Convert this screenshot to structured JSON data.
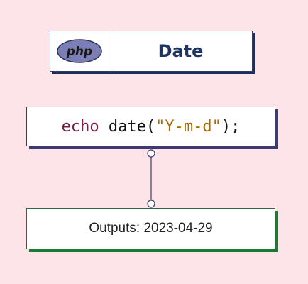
{
  "header": {
    "logo_text": "php",
    "title": "Date"
  },
  "code": {
    "keyword": "echo",
    "func_open": " date(",
    "string": "\"Y-m-d\"",
    "close": ");"
  },
  "output": {
    "label": "Outputs: 2023-04-29"
  },
  "colors": {
    "background": "#fde4e8",
    "header_shadow": "#1f2d5c",
    "code_shadow": "#3d3a73",
    "output_shadow": "#1e7a32",
    "keyword": "#7a1f4a",
    "string": "#a86a00",
    "php_logo": "#7b7fb5"
  },
  "icons": {
    "logo": "php-logo-icon"
  }
}
